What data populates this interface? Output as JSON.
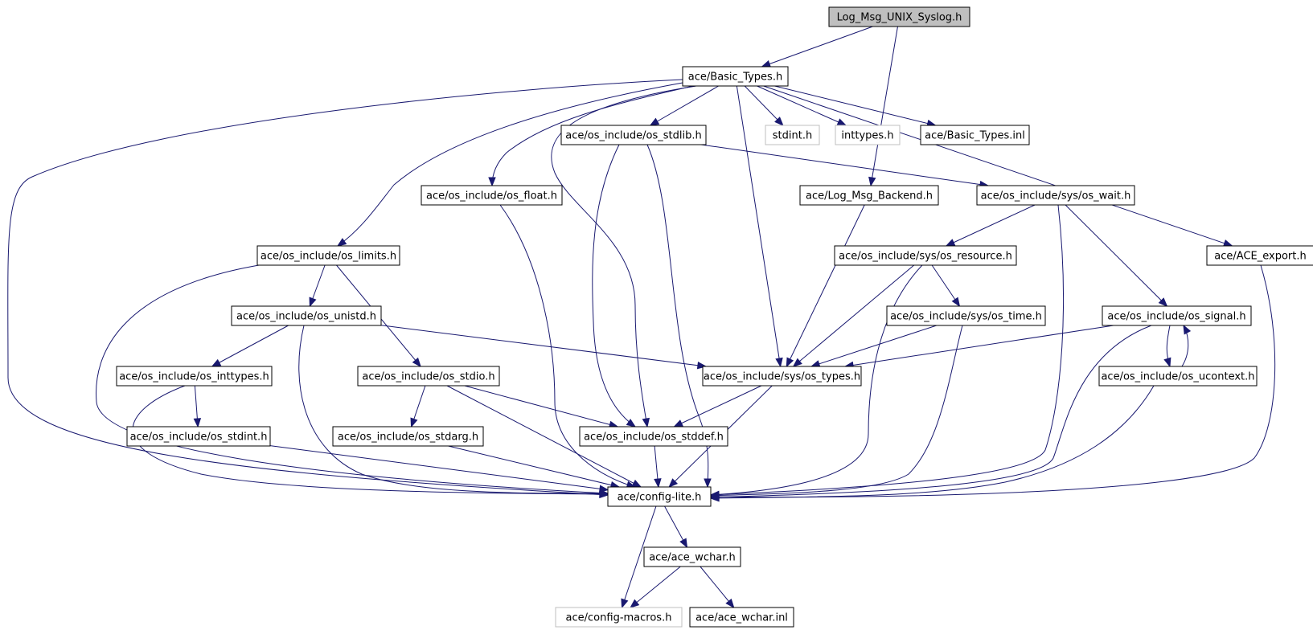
{
  "colors": {
    "edge": "#191970",
    "root_fill": "#bfbfbf",
    "external_border": "#bfbfbf",
    "node_border": "#000000"
  },
  "nodes": [
    {
      "id": "root",
      "label": "Log_Msg_UNIX_Syslog.h",
      "kind": "root"
    },
    {
      "id": "basic_types",
      "label": "ace/Basic_Types.h",
      "kind": "normal"
    },
    {
      "id": "os_stdlib",
      "label": "ace/os_include/os_stdlib.h",
      "kind": "normal"
    },
    {
      "id": "stdint",
      "label": "stdint.h",
      "kind": "external"
    },
    {
      "id": "inttypes",
      "label": "inttypes.h",
      "kind": "external"
    },
    {
      "id": "basic_types_inl",
      "label": "ace/Basic_Types.inl",
      "kind": "normal"
    },
    {
      "id": "os_float",
      "label": "ace/os_include/os_float.h",
      "kind": "normal"
    },
    {
      "id": "log_msg_backend",
      "label": "ace/Log_Msg_Backend.h",
      "kind": "normal"
    },
    {
      "id": "os_wait",
      "label": "ace/os_include/sys/os_wait.h",
      "kind": "normal"
    },
    {
      "id": "os_limits",
      "label": "ace/os_include/os_limits.h",
      "kind": "normal"
    },
    {
      "id": "os_resource",
      "label": "ace/os_include/sys/os_resource.h",
      "kind": "normal"
    },
    {
      "id": "ace_export",
      "label": "ace/ACE_export.h",
      "kind": "normal"
    },
    {
      "id": "os_unistd",
      "label": "ace/os_include/os_unistd.h",
      "kind": "normal"
    },
    {
      "id": "os_time",
      "label": "ace/os_include/sys/os_time.h",
      "kind": "normal"
    },
    {
      "id": "os_signal",
      "label": "ace/os_include/os_signal.h",
      "kind": "normal"
    },
    {
      "id": "os_inttypes",
      "label": "ace/os_include/os_inttypes.h",
      "kind": "normal"
    },
    {
      "id": "os_stdio",
      "label": "ace/os_include/os_stdio.h",
      "kind": "normal"
    },
    {
      "id": "os_types",
      "label": "ace/os_include/sys/os_types.h",
      "kind": "normal"
    },
    {
      "id": "os_ucontext",
      "label": "ace/os_include/os_ucontext.h",
      "kind": "normal"
    },
    {
      "id": "os_stdint",
      "label": "ace/os_include/os_stdint.h",
      "kind": "normal"
    },
    {
      "id": "os_stdarg",
      "label": "ace/os_include/os_stdarg.h",
      "kind": "normal"
    },
    {
      "id": "os_stddef",
      "label": "ace/os_include/os_stddef.h",
      "kind": "normal"
    },
    {
      "id": "config_lite",
      "label": "ace/config-lite.h",
      "kind": "normal"
    },
    {
      "id": "ace_wchar",
      "label": "ace/ace_wchar.h",
      "kind": "normal"
    },
    {
      "id": "config_macros",
      "label": "ace/config-macros.h",
      "kind": "external"
    },
    {
      "id": "ace_wchar_inl",
      "label": "ace/ace_wchar.inl",
      "kind": "normal"
    }
  ],
  "edges": [
    [
      "root",
      "basic_types"
    ],
    [
      "root",
      "log_msg_backend"
    ],
    [
      "basic_types",
      "os_stdlib"
    ],
    [
      "basic_types",
      "stdint"
    ],
    [
      "basic_types",
      "inttypes"
    ],
    [
      "basic_types",
      "basic_types_inl"
    ],
    [
      "basic_types",
      "os_float"
    ],
    [
      "basic_types",
      "os_limits"
    ],
    [
      "basic_types",
      "ace_export"
    ],
    [
      "basic_types",
      "os_types"
    ],
    [
      "basic_types",
      "os_stddef"
    ],
    [
      "basic_types",
      "config_lite"
    ],
    [
      "os_stdlib",
      "os_wait"
    ],
    [
      "os_stdlib",
      "os_stddef"
    ],
    [
      "os_stdlib",
      "config_lite"
    ],
    [
      "os_float",
      "config_lite"
    ],
    [
      "log_msg_backend",
      "os_types"
    ],
    [
      "os_wait",
      "os_resource"
    ],
    [
      "os_wait",
      "os_signal"
    ],
    [
      "os_wait",
      "config_lite"
    ],
    [
      "os_limits",
      "os_unistd"
    ],
    [
      "os_limits",
      "os_stdio"
    ],
    [
      "os_limits",
      "config_lite"
    ],
    [
      "os_resource",
      "os_time"
    ],
    [
      "os_resource",
      "os_types"
    ],
    [
      "os_resource",
      "config_lite"
    ],
    [
      "ace_export",
      "config_lite"
    ],
    [
      "os_unistd",
      "os_inttypes"
    ],
    [
      "os_unistd",
      "os_types"
    ],
    [
      "os_unistd",
      "config_lite"
    ],
    [
      "os_time",
      "os_types"
    ],
    [
      "os_time",
      "config_lite"
    ],
    [
      "os_signal",
      "os_types"
    ],
    [
      "os_signal",
      "os_ucontext"
    ],
    [
      "os_signal",
      "config_lite"
    ],
    [
      "os_ucontext",
      "os_signal"
    ],
    [
      "os_ucontext",
      "config_lite"
    ],
    [
      "os_inttypes",
      "os_stdint"
    ],
    [
      "os_inttypes",
      "config_lite"
    ],
    [
      "os_stdio",
      "os_stdarg"
    ],
    [
      "os_stdio",
      "os_stddef"
    ],
    [
      "os_stdio",
      "config_lite"
    ],
    [
      "os_types",
      "os_stddef"
    ],
    [
      "os_types",
      "config_lite"
    ],
    [
      "os_stdint",
      "config_lite"
    ],
    [
      "os_stdarg",
      "config_lite"
    ],
    [
      "os_stddef",
      "config_lite"
    ],
    [
      "config_lite",
      "ace_wchar"
    ],
    [
      "config_lite",
      "config_macros"
    ],
    [
      "ace_wchar",
      "config_macros"
    ],
    [
      "ace_wchar",
      "ace_wchar_inl"
    ]
  ]
}
